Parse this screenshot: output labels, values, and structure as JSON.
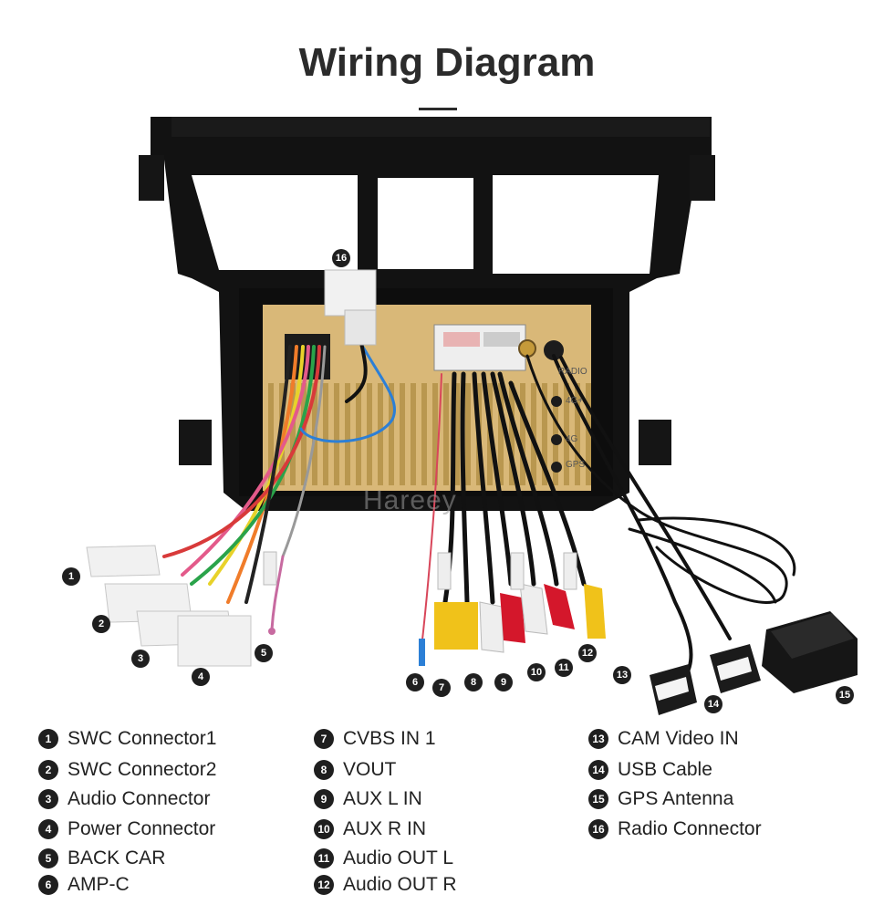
{
  "title": "Wiring Diagram",
  "watermark": "Hareey",
  "colors": {
    "frame": "#121212",
    "chassis": "#d9b878",
    "rca_yellow": "#f0c21a",
    "rca_red": "#d4172b",
    "rca_white": "#eeeeee",
    "connector_white": "#f1f1f1",
    "wire_blue": "#1f63c6"
  },
  "unit_labels": [
    "RADIO",
    "4G+",
    "4G",
    "GPS"
  ],
  "callouts": [
    "16",
    "1",
    "2",
    "3",
    "4",
    "5",
    "6",
    "7",
    "8",
    "9",
    "10",
    "11",
    "12",
    "13",
    "14",
    "15"
  ],
  "legend": {
    "col1": [
      {
        "num": "1",
        "label": "SWC Connector1"
      },
      {
        "num": "2",
        "label": "SWC Connector2"
      },
      {
        "num": "3",
        "label": "Audio Connector"
      },
      {
        "num": "4",
        "label": "Power Connector"
      },
      {
        "num": "5",
        "label": "BACK CAR"
      },
      {
        "num": "6",
        "label": "AMP-C"
      }
    ],
    "col2": [
      {
        "num": "7",
        "label": "CVBS IN 1"
      },
      {
        "num": "8",
        "label": "VOUT"
      },
      {
        "num": "9",
        "label": "AUX L IN"
      },
      {
        "num": "10",
        "label": "AUX R IN"
      },
      {
        "num": "11",
        "label": "Audio OUT L"
      },
      {
        "num": "12",
        "label": "Audio OUT R"
      }
    ],
    "col3": [
      {
        "num": "13",
        "label": "CAM Video IN"
      },
      {
        "num": "14",
        "label": "USB Cable"
      },
      {
        "num": "15",
        "label": "GPS Antenna"
      },
      {
        "num": "16",
        "label": "Radio Connector"
      }
    ]
  }
}
